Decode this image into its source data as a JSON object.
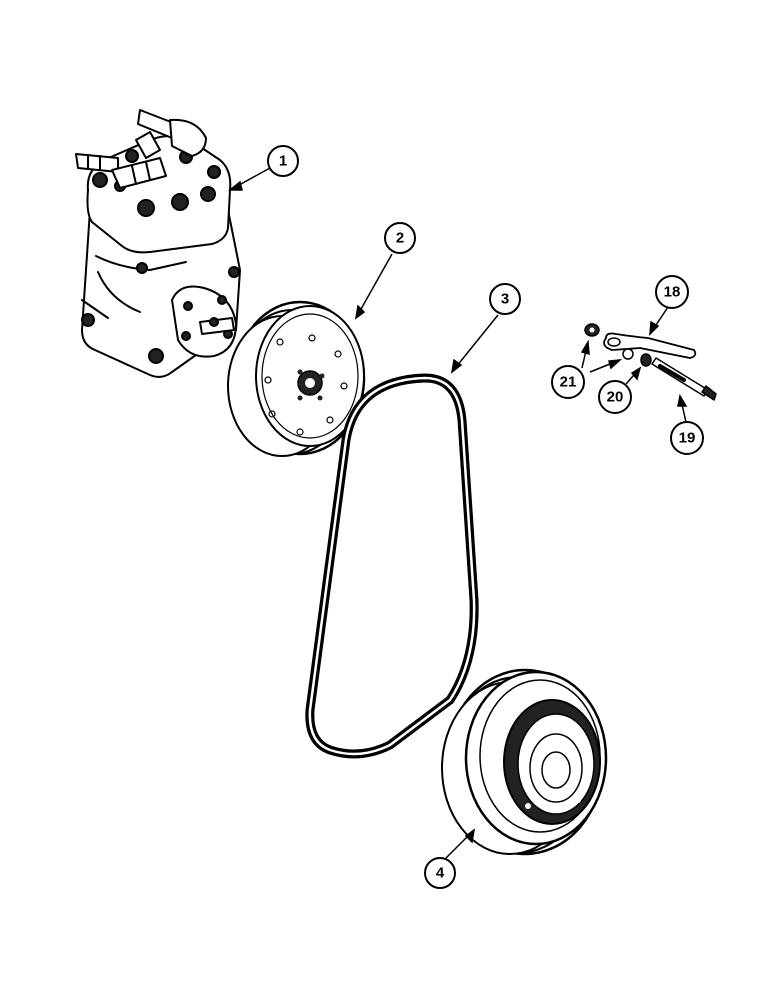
{
  "callouts": [
    {
      "id": "compressor",
      "label": "1"
    },
    {
      "id": "pulley",
      "label": "2"
    },
    {
      "id": "belt",
      "label": "3"
    },
    {
      "id": "clutch-pulley",
      "label": "4"
    },
    {
      "id": "bracket",
      "label": "18"
    },
    {
      "id": "bolt",
      "label": "19"
    },
    {
      "id": "lock-washer",
      "label": "20"
    },
    {
      "id": "nut",
      "label": "21"
    }
  ]
}
